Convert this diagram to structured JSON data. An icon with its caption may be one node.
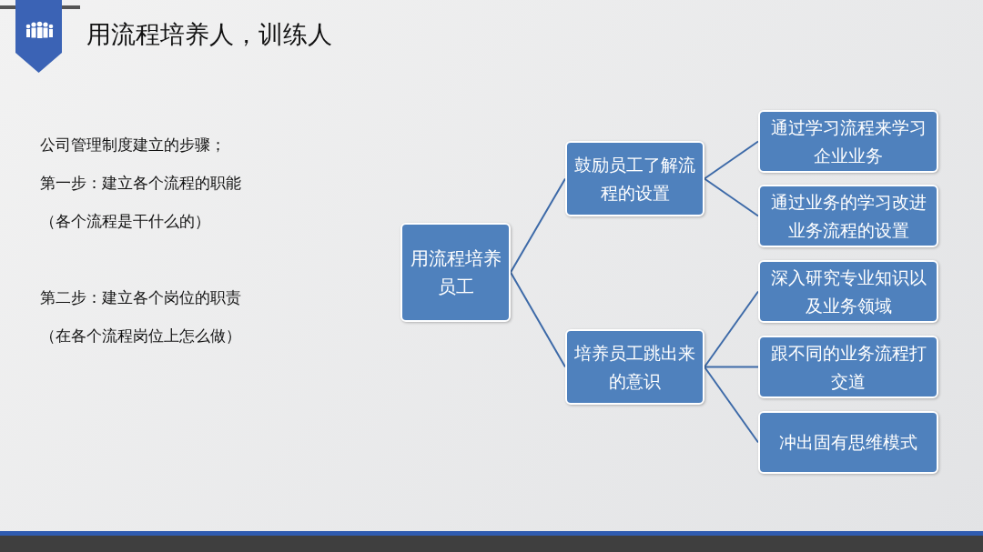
{
  "diagram": {
    "title": "用流程培养人，训练人",
    "nodes": [
      {
        "text": [
          "用流程培养员工"
        ]
      },
      {
        "text": [
          "鼓励员工了解流程的设置"
        ]
      },
      {
        "text": [
          "培养员工跳出来的意识"
        ]
      },
      {
        "text": [
          "通过学习流程来学习企业业务"
        ]
      },
      {
        "text": [
          "通过业务的学习改进业务流程的设置"
        ]
      },
      {
        "text": [
          "深入研究专业知识以及业务领域"
        ]
      },
      {
        "text": [
          "跟不同的业务流程打交道"
        ]
      },
      {
        "text": [
          "冲出固有思维模式"
        ]
      }
    ],
    "edges": [
      {
        "from": 0,
        "to": 1,
        "arrow": "none"
      },
      {
        "from": 0,
        "to": 2,
        "arrow": "none"
      },
      {
        "from": 1,
        "to": 3,
        "arrow": "none"
      },
      {
        "from": 1,
        "to": 4,
        "arrow": "none"
      },
      {
        "from": 2,
        "to": 5,
        "arrow": "none"
      },
      {
        "from": 2,
        "to": 6,
        "arrow": "none"
      },
      {
        "from": 2,
        "to": 7,
        "arrow": "none"
      }
    ],
    "labels": [
      "公司管理制度建立的步骤；",
      "第一步：建立各个流程的职能",
      "（各个流程是干什么的）",
      "第二步：建立各个岗位的职责",
      "（在各个流程岗位上怎么做）"
    ]
  }
}
